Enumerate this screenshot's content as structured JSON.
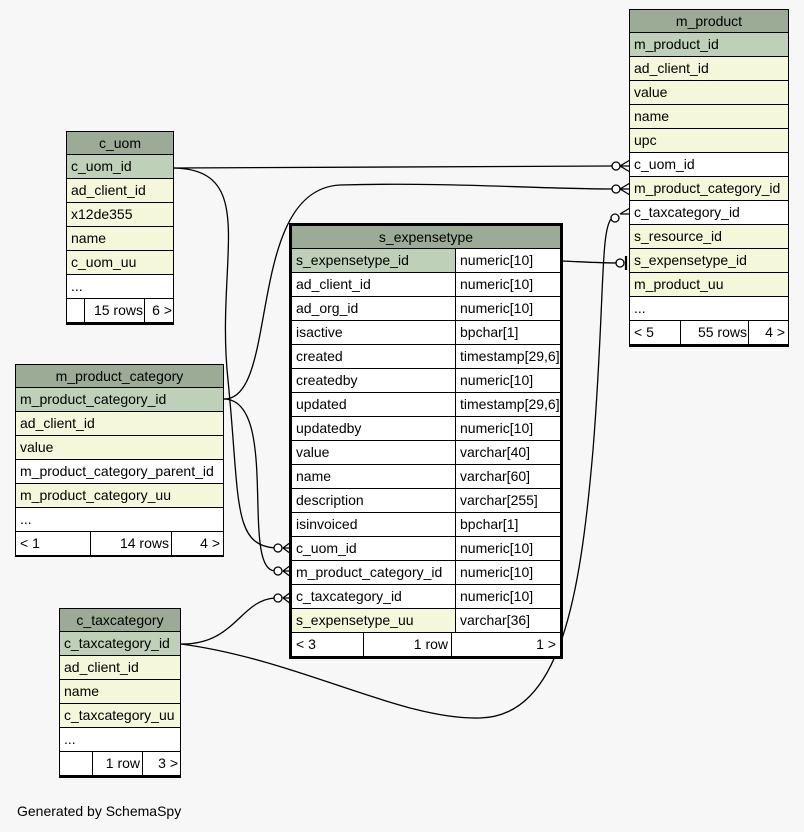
{
  "tables": {
    "m_product": {
      "name": "m_product",
      "columns": [
        "m_product_id",
        "ad_client_id",
        "value",
        "name",
        "upc",
        "c_uom_id",
        "m_product_category_id",
        "c_taxcategory_id",
        "s_resource_id",
        "s_expensetype_id",
        "m_product_uu",
        "..."
      ],
      "footer": {
        "parents": "< 5",
        "rows": "55 rows",
        "children": "4 >"
      }
    },
    "c_uom": {
      "name": "c_uom",
      "columns": [
        "c_uom_id",
        "ad_client_id",
        "x12de355",
        "name",
        "c_uom_uu",
        "..."
      ],
      "footer": {
        "parents": "",
        "rows": "15 rows",
        "children": "6 >"
      }
    },
    "m_product_category": {
      "name": "m_product_category",
      "columns": [
        "m_product_category_id",
        "ad_client_id",
        "value",
        "m_product_category_parent_id",
        "m_product_category_uu",
        "..."
      ],
      "footer": {
        "parents": "< 1",
        "rows": "14 rows",
        "children": "4 >"
      }
    },
    "c_taxcategory": {
      "name": "c_taxcategory",
      "columns": [
        "c_taxcategory_id",
        "ad_client_id",
        "name",
        "c_taxcategory_uu",
        "..."
      ],
      "footer": {
        "parents": "",
        "rows": "1 row",
        "children": "3 >"
      }
    },
    "s_expensetype": {
      "name": "s_expensetype",
      "columns": [
        {
          "name": "s_expensetype_id",
          "type": "numeric[10]"
        },
        {
          "name": "ad_client_id",
          "type": "numeric[10]"
        },
        {
          "name": "ad_org_id",
          "type": "numeric[10]"
        },
        {
          "name": "isactive",
          "type": "bpchar[1]"
        },
        {
          "name": "created",
          "type": "timestamp[29,6]"
        },
        {
          "name": "createdby",
          "type": "numeric[10]"
        },
        {
          "name": "updated",
          "type": "timestamp[29,6]"
        },
        {
          "name": "updatedby",
          "type": "numeric[10]"
        },
        {
          "name": "value",
          "type": "varchar[40]"
        },
        {
          "name": "name",
          "type": "varchar[60]"
        },
        {
          "name": "description",
          "type": "varchar[255]"
        },
        {
          "name": "isinvoiced",
          "type": "bpchar[1]"
        },
        {
          "name": "c_uom_id",
          "type": "numeric[10]"
        },
        {
          "name": "m_product_category_id",
          "type": "numeric[10]"
        },
        {
          "name": "c_taxcategory_id",
          "type": "numeric[10]"
        },
        {
          "name": "s_expensetype_uu",
          "type": "varchar[36]"
        }
      ],
      "footer": {
        "parents": "< 3",
        "rows": "1 row",
        "children": "1 >"
      }
    }
  },
  "colors": {
    "header": "#9bab96",
    "primary_key": "#bed1b8",
    "indexed": "#f4f7da",
    "plain": "#ffffff",
    "background": "#f7f7f7"
  },
  "footer_note": "Generated by SchemaSpy"
}
